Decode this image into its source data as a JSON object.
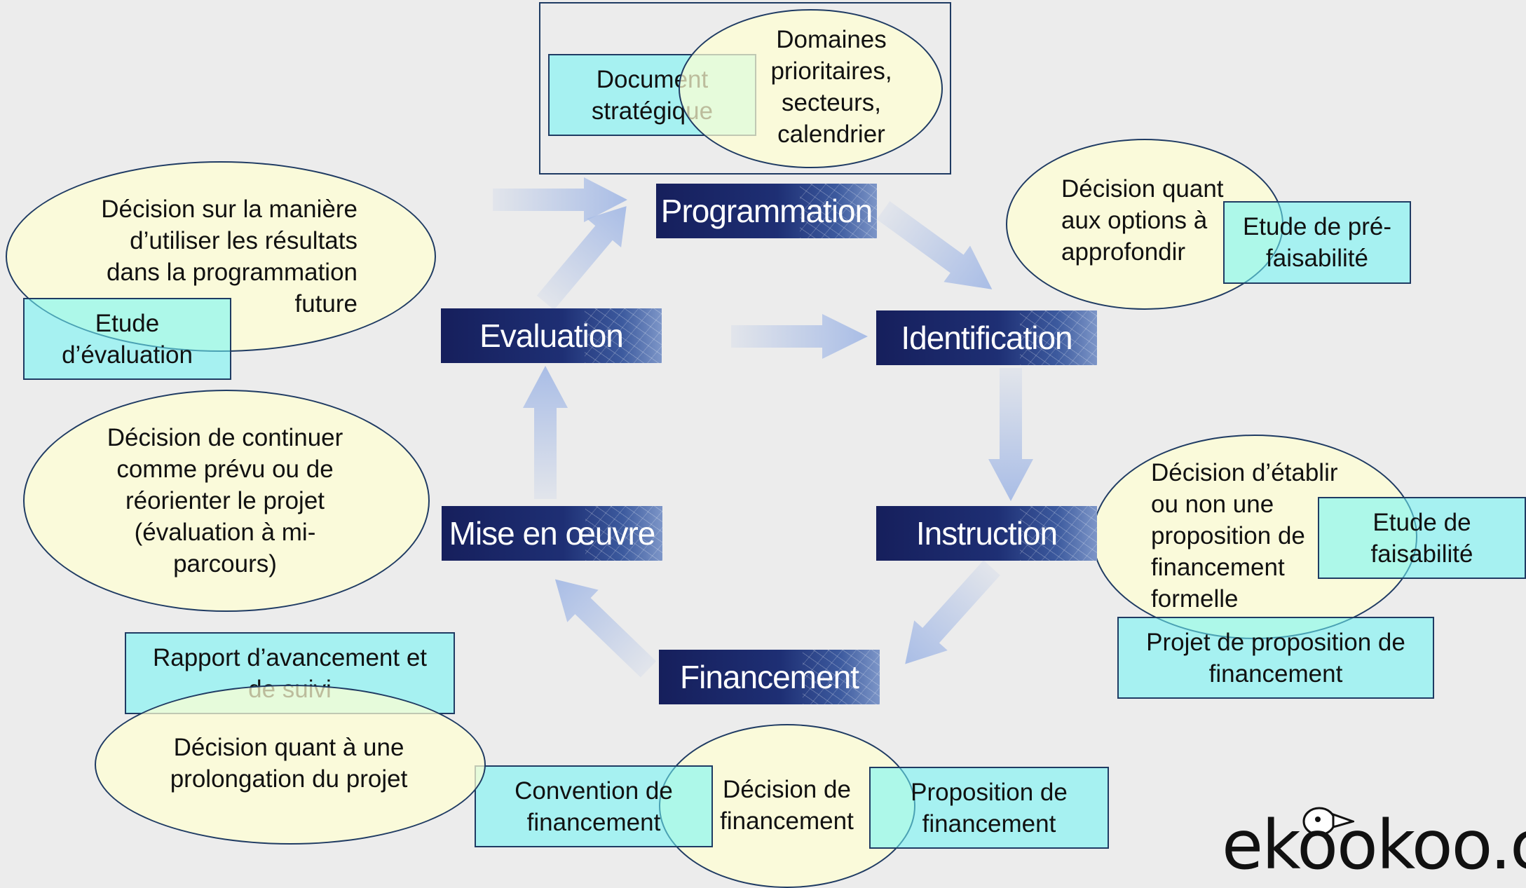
{
  "phases": {
    "programmation": "Programmation",
    "identification": "Identification",
    "instruction": "Instruction",
    "financement": "Financement",
    "mise_en_oeuvre": "Mise en œuvre",
    "evaluation": "Evaluation"
  },
  "programmation": {
    "document": "Document\nstratégique",
    "domaines": "Domaines\nprioritaires,\nsecteurs,\ncalendrier"
  },
  "identification": {
    "decision": "Décision quant\naux options à\napprofondir",
    "etude": "Etude de pré-\nfaisabilité"
  },
  "instruction": {
    "decision": "Décision d’établir\nou non une\nproposition de\nfinancement\nformelle",
    "etude": "Etude de\nfaisabilité",
    "projet": "Projet de proposition de\nfinancement"
  },
  "financement": {
    "convention": "Convention de\nfinancement",
    "decision": "Décision de\nfinancement",
    "proposition": "Proposition de\nfinancement"
  },
  "mise_en_oeuvre": {
    "rapport": "Rapport d’avancement et\nde suivi",
    "prolongation": "Décision quant à une\nprolongation du projet",
    "continuer": "Décision de continuer\ncomme prévu ou de\nréorienter le projet\n(évaluation à mi-\nparcours)"
  },
  "evaluation": {
    "decision": "Décision sur la manière\nd’utiliser les résultats\ndans la programmation\nfuture",
    "etude": "Etude\nd’évaluation"
  },
  "brand": "ekookoo.co",
  "colors": {
    "background": "#ececec",
    "phase_fill": "#1e2f74",
    "ellipse_fill": "#fffcc8",
    "box_fill": "#9ef4f2",
    "outline": "#1f3b63",
    "arrow": "#a9bde6"
  }
}
